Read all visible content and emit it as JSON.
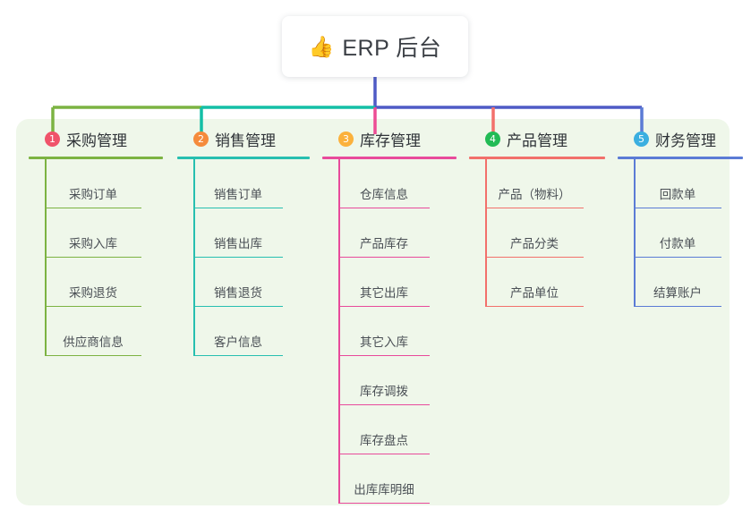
{
  "root": {
    "icon": "thumbs-up-icon",
    "emoji": "👍",
    "title": "ERP 后台"
  },
  "colors": {
    "panel_bg": "#EFF7EA",
    "page_bg": "#FFFFFF",
    "root_line": "#4F5BC6",
    "text": "#3B3F45"
  },
  "columns": [
    {
      "number": "1",
      "title": "采购管理",
      "badge_color": "#F0536A",
      "line_color": "#7CB342",
      "connector_color": "#7CB342",
      "items": [
        "采购订单",
        "采购入库",
        "采购退货",
        "供应商信息"
      ]
    },
    {
      "number": "2",
      "title": "销售管理",
      "badge_color": "#F58B3C",
      "line_color": "#27BFB0",
      "connector_color": "#14BFA6",
      "items": [
        "销售订单",
        "销售出库",
        "销售退货",
        "客户信息"
      ]
    },
    {
      "number": "3",
      "title": "库存管理",
      "badge_color": "#FBB13C",
      "line_color": "#E84A9B",
      "connector_color": "#ED4C94",
      "items": [
        "仓库信息",
        "产品库存",
        "其它出库",
        "其它入库",
        "库存调拨",
        "库存盘点",
        "出库库明细"
      ]
    },
    {
      "number": "4",
      "title": "产品管理",
      "badge_color": "#22BB55",
      "line_color": "#F2706B",
      "connector_color": "#F2706B",
      "items": [
        "产品（物料）",
        "产品分类",
        "产品单位"
      ]
    },
    {
      "number": "5",
      "title": "财务管理",
      "badge_color": "#3BAFE0",
      "line_color": "#5B7BD5",
      "connector_color": "#5B7BD5",
      "items": [
        "回款单",
        "付款单",
        "结算账户"
      ]
    }
  ]
}
